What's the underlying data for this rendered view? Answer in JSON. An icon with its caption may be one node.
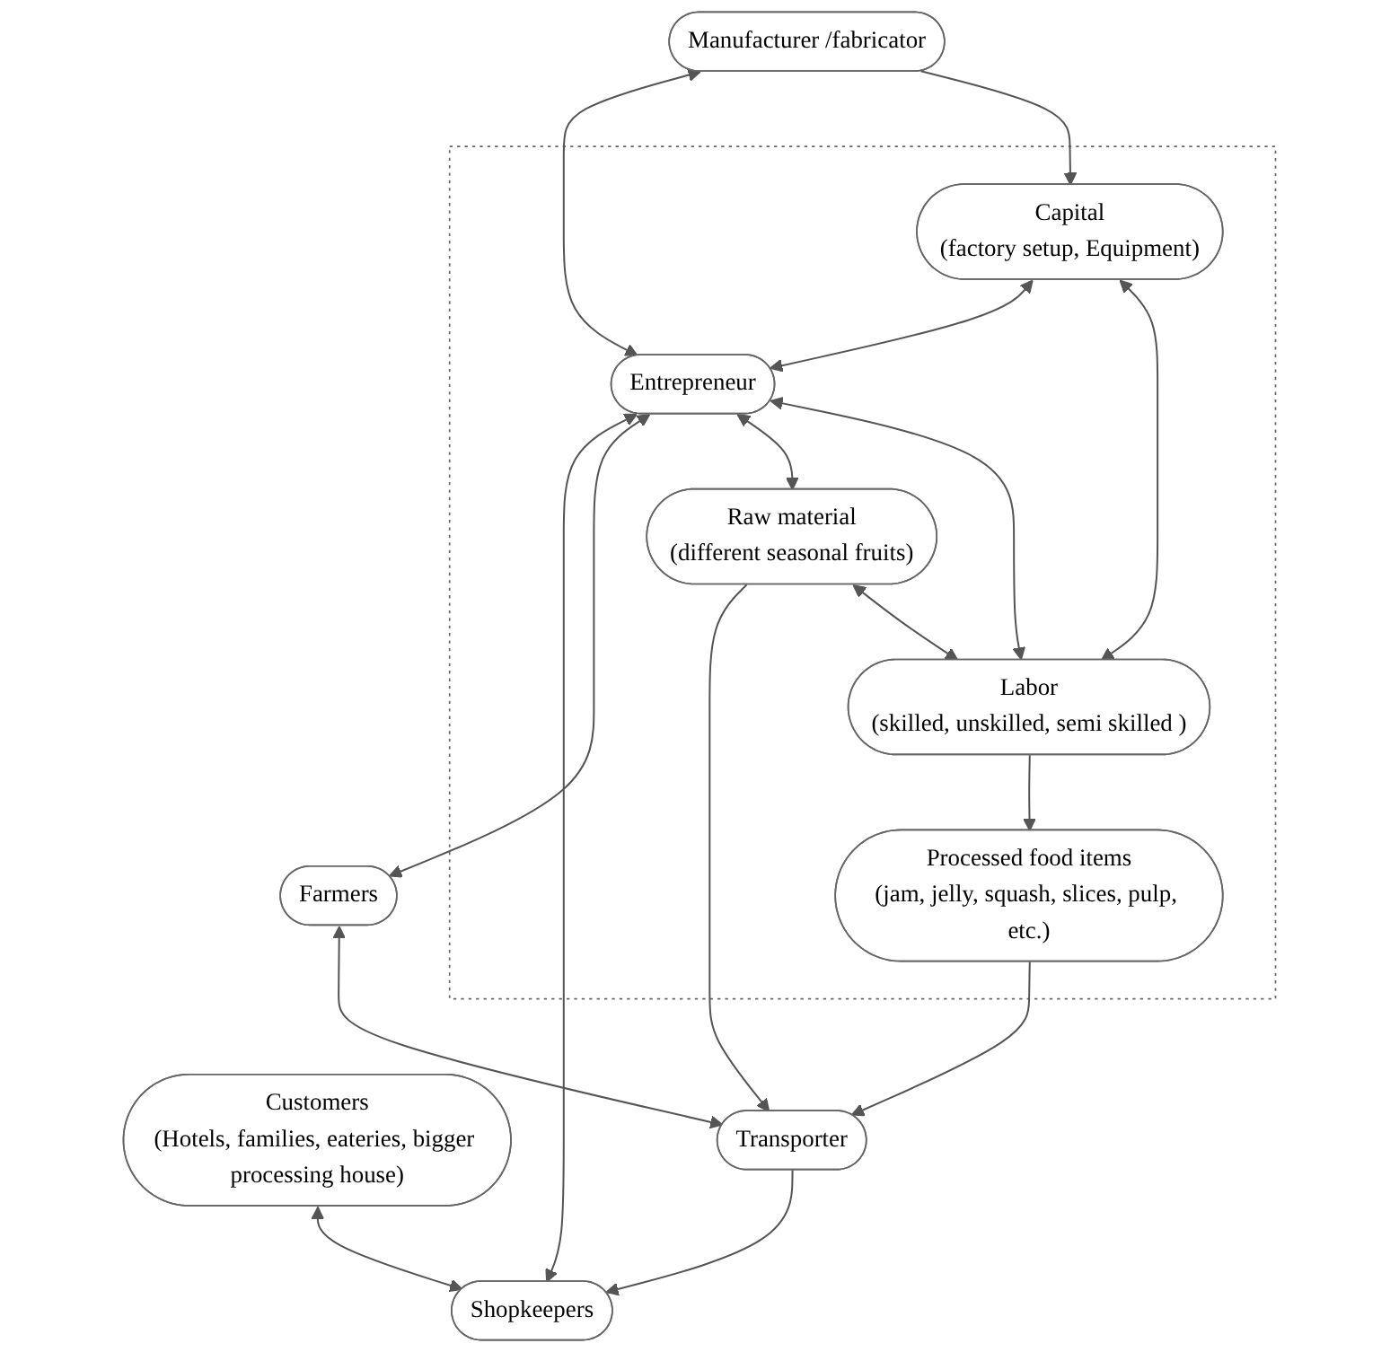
{
  "diagram": {
    "nodes": [
      {
        "text": [],
        "shape": "box"
      },
      {
        "text": [
          "Customers",
          "(Hotels, families, eateries, bigger processing house)"
        ]
      },
      {
        "text": [
          "Shopkeepers"
        ]
      },
      {
        "text": [
          "Entrepreneur"
        ],
        "in": 0
      },
      {
        "text": [
          "Farmers"
        ]
      },
      {
        "text": [
          "Manufacturer /fabricator"
        ]
      },
      {
        "text": [
          "Capital",
          "(factory setup, Equipment)"
        ],
        "in": 0
      },
      {
        "text": [
          "Raw material",
          "(different seasonal fruits)"
        ],
        "in": 0
      },
      {
        "text": [
          "Transporter"
        ]
      },
      {
        "text": [
          "Labor",
          "(skilled, unskilled, semi skilled )"
        ],
        "in": 0
      },
      {
        "text": [
          "Processed food items",
          "(jam, jelly, squash, slices, pulp, etc.)"
        ],
        "in": 0
      }
    ],
    "edges": [
      {
        "from": 1,
        "to": 2,
        "arrow": "both"
      },
      {
        "from": 3,
        "to": 2,
        "arrow": "both"
      },
      {
        "from": 3,
        "to": 4,
        "arrow": "both"
      },
      {
        "from": 5,
        "to": 3,
        "arrow": "both"
      },
      {
        "from": 6,
        "to": 3,
        "arrow": "both"
      },
      {
        "from": 9,
        "to": 3,
        "arrow": "both"
      },
      {
        "from": 3,
        "to": 7,
        "arrow": "both"
      },
      {
        "from": 4,
        "to": 8,
        "arrow": "both"
      },
      {
        "from": 8,
        "to": 2,
        "arrow": "to"
      },
      {
        "from": 5,
        "to": 6,
        "arrow": "to"
      },
      {
        "from": 7,
        "to": 8,
        "arrow": "to"
      },
      {
        "from": 6,
        "to": 9,
        "arrow": "both"
      },
      {
        "from": 7,
        "to": 9,
        "arrow": "both"
      },
      {
        "from": 9,
        "to": 10,
        "arrow": "to"
      },
      {
        "from": 10,
        "to": 8,
        "arrow": "to"
      }
    ]
  }
}
